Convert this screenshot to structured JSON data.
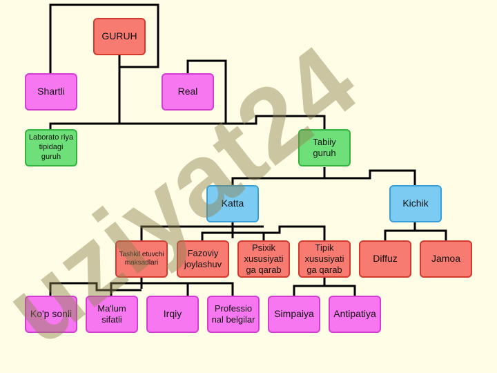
{
  "nodes": {
    "guruh": "GURUH",
    "shartli": "Shartli",
    "real": "Real",
    "laboratoriya": "Laborato riya tipidagi guruh",
    "tabiiy": "Tabiiy guruh",
    "katta": "Katta",
    "kichik": "Kichik",
    "tashkil": "Tashkil etuvchi maksadlari",
    "fazoviy": "Fazoviy joylashuv",
    "psixik": "Psixik xususiyati ga qarab",
    "tipik": "Tipik xususiyati ga qarab",
    "diffuz": "Diffuz",
    "jamoa": "Jamoa",
    "kop_sonli": "Ko'p sonli",
    "malum": "Ma'lum sifatli",
    "irqiy": "Irqiy",
    "professional": "Professio nal belgilar",
    "simpaiya": "Simpaiya",
    "antipatiya": "Antipatiya"
  },
  "watermark": "uziyat24",
  "colors": {
    "red": "#f87b72",
    "pink": "#f777f0",
    "green": "#6fe079",
    "blue": "#7ccbf2",
    "line": "#000000",
    "background": "#fffde6"
  }
}
